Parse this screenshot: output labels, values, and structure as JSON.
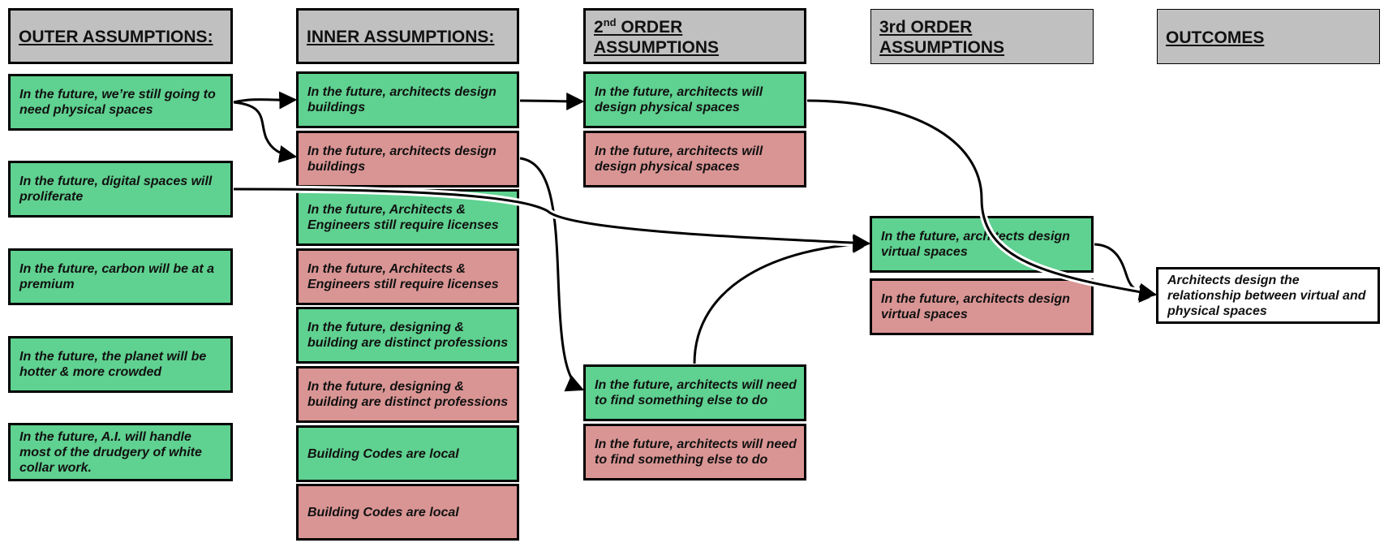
{
  "headers": {
    "outer": "OUTER ASSUMPTIONS:",
    "inner": "INNER ASSUMPTIONS:",
    "second_order_num": "2",
    "second_order_sup": "nd",
    "second_order_rest": " ORDER ASSUMPTIONS",
    "third": "3rd ORDER ASSUMPTIONS",
    "outcomes": "OUTCOMES"
  },
  "outer": [
    "In the future, we’re still going to need physical spaces",
    "In the future, digital spaces will proliferate",
    "In the future, carbon will be at a premium",
    "In the future, the planet will be hotter & more crowded",
    "In the future, A.I. will handle most of the drudgery of white collar work."
  ],
  "inner": [
    "In the future, architects design buildings",
    "In the future, architects design buildings",
    "In the future, Architects & Engineers still require licenses",
    "In the future, Architects & Engineers still require licenses",
    "In the future, designing & building are distinct professions",
    "In the future, designing & building are distinct professions",
    "Building Codes are local",
    "Building Codes are local"
  ],
  "second_order": [
    "In the future, architects will design physical spaces",
    "In the future, architects will design physical spaces",
    "In the future, architects will need to find something else to do",
    "In the future, architects will need to find something else to do"
  ],
  "third_order": [
    "In the future, architects design virtual spaces",
    "In the future, architects design virtual spaces"
  ],
  "outcome": "Architects design the relationship between virtual and physical spaces",
  "colors": {
    "green": "#5fd190",
    "red": "#d99594",
    "header_gray": "#c0c0c0"
  }
}
